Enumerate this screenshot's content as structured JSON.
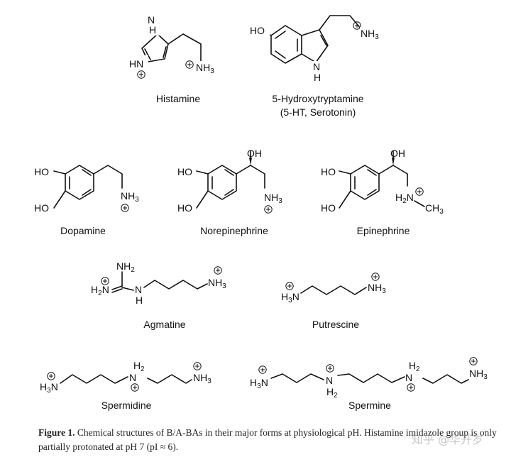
{
  "compounds": {
    "histamine": "Histamine",
    "serotonin_line1": "5-Hydroxytryptamine",
    "serotonin_line2": "(5-HT, Serotonin)",
    "dopamine": "Dopamine",
    "norepinephrine": "Norepinephrine",
    "epinephrine": "Epinephrine",
    "agmatine": "Agmatine",
    "putrescine": "Putrescine",
    "spermidine": "Spermidine",
    "spermine": "Spermine"
  },
  "caption": {
    "label": "Figure 1.",
    "text": "Chemical structures of B/A-BAs in their major forms at physiological pH. Histamine imidazole group is only partially protonated at pH 7 (pI ≈ 6)."
  },
  "watermark": "知乎 @华开岁"
}
